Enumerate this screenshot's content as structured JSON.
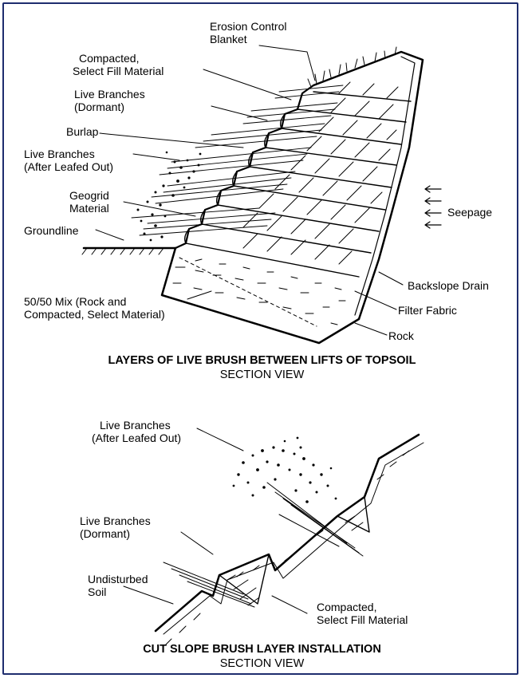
{
  "colors": {
    "frame": "#1e2d6e",
    "ink": "#000000"
  },
  "figure1": {
    "labels": {
      "erosion_control_blanket": [
        "Erosion Control",
        "Blanket"
      ],
      "compacted_select_fill": [
        "Compacted,",
        "Select Fill Material"
      ],
      "live_branches_dormant": [
        "Live Branches",
        "(Dormant)"
      ],
      "burlap": [
        "Burlap"
      ],
      "live_branches_leafed": [
        "Live Branches",
        "(After Leafed Out)"
      ],
      "geogrid_material": [
        "Geogrid",
        "Material"
      ],
      "groundline": [
        "Groundline"
      ],
      "seepage": [
        "Seepage"
      ],
      "backslope_drain": [
        "Backslope Drain"
      ],
      "filter_fabric": [
        "Filter Fabric"
      ],
      "rock": [
        "Rock"
      ],
      "mix": [
        "50/50 Mix (Rock and",
        "Compacted, Select Material)"
      ]
    },
    "title": "LAYERS  OF LIVE BRUSH BETWEEN LIFTS OF TOPSOIL",
    "subtitle": "SECTION  VIEW"
  },
  "figure2": {
    "labels": {
      "live_branches_leafed": [
        "Live Branches",
        "(After Leafed Out)"
      ],
      "live_branches_dormant": [
        "Live Branches",
        "(Dormant)"
      ],
      "undisturbed_soil": [
        "Undisturbed",
        "Soil"
      ],
      "compacted_select_fill": [
        "Compacted,",
        "Select Fill Material"
      ]
    },
    "title": "CUT SLOPE BRUSH LAYER INSTALLATION",
    "subtitle": "SECTION  VIEW"
  }
}
